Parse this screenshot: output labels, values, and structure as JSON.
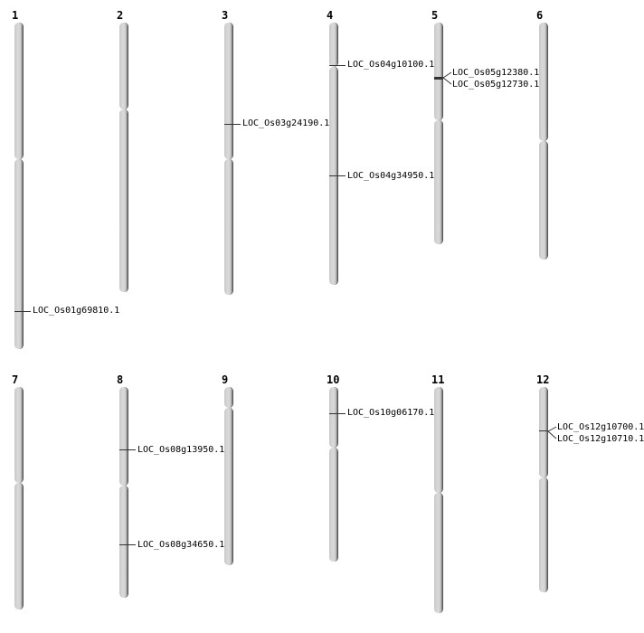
{
  "chromosomes": [
    {
      "name": "1",
      "genes": [
        "LOC_Os01g69810.1"
      ]
    },
    {
      "name": "2",
      "genes": []
    },
    {
      "name": "3",
      "genes": [
        "LOC_Os03g24190.1"
      ]
    },
    {
      "name": "4",
      "genes": [
        "LOC_Os04g10100.1",
        "LOC_Os04g34950.1"
      ]
    },
    {
      "name": "5",
      "genes": [
        "LOC_Os05g12380.1",
        "LOC_Os05g12730.1"
      ]
    },
    {
      "name": "6",
      "genes": []
    },
    {
      "name": "7",
      "genes": []
    },
    {
      "name": "8",
      "genes": [
        "LOC_Os08g13950.1",
        "LOC_Os08g34650.1"
      ]
    },
    {
      "name": "9",
      "genes": []
    },
    {
      "name": "10",
      "genes": [
        "LOC_Os10g06170.1"
      ]
    },
    {
      "name": "11",
      "genes": []
    },
    {
      "name": "12",
      "genes": [
        "LOC_Os12g10700.1",
        "LOC_Os12g10710.1"
      ]
    }
  ]
}
